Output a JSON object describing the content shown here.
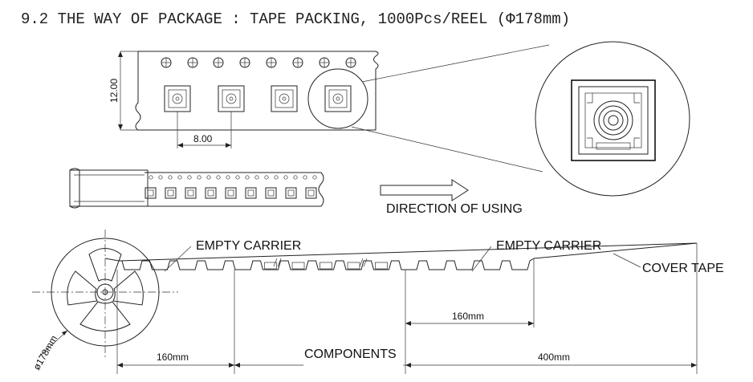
{
  "title": "9.2  THE WAY OF PACKAGE : TAPE PACKING, 1000Pcs/REEL (Φ178mm)",
  "tape": {
    "height_label": "12.00",
    "pitch_label": "8.00"
  },
  "direction_label": "DIRECTION OF USING",
  "reel": {
    "empty_carrier_left": "EMPTY CARRIER",
    "empty_carrier_right": "EMPTY CARRIER",
    "cover_tape": "COVER TAPE",
    "components": "COMPONENTS",
    "diameter": "ø178mm",
    "length_right_upper": "160mm",
    "length_left": "160mm",
    "length_right_lower": "400mm"
  }
}
